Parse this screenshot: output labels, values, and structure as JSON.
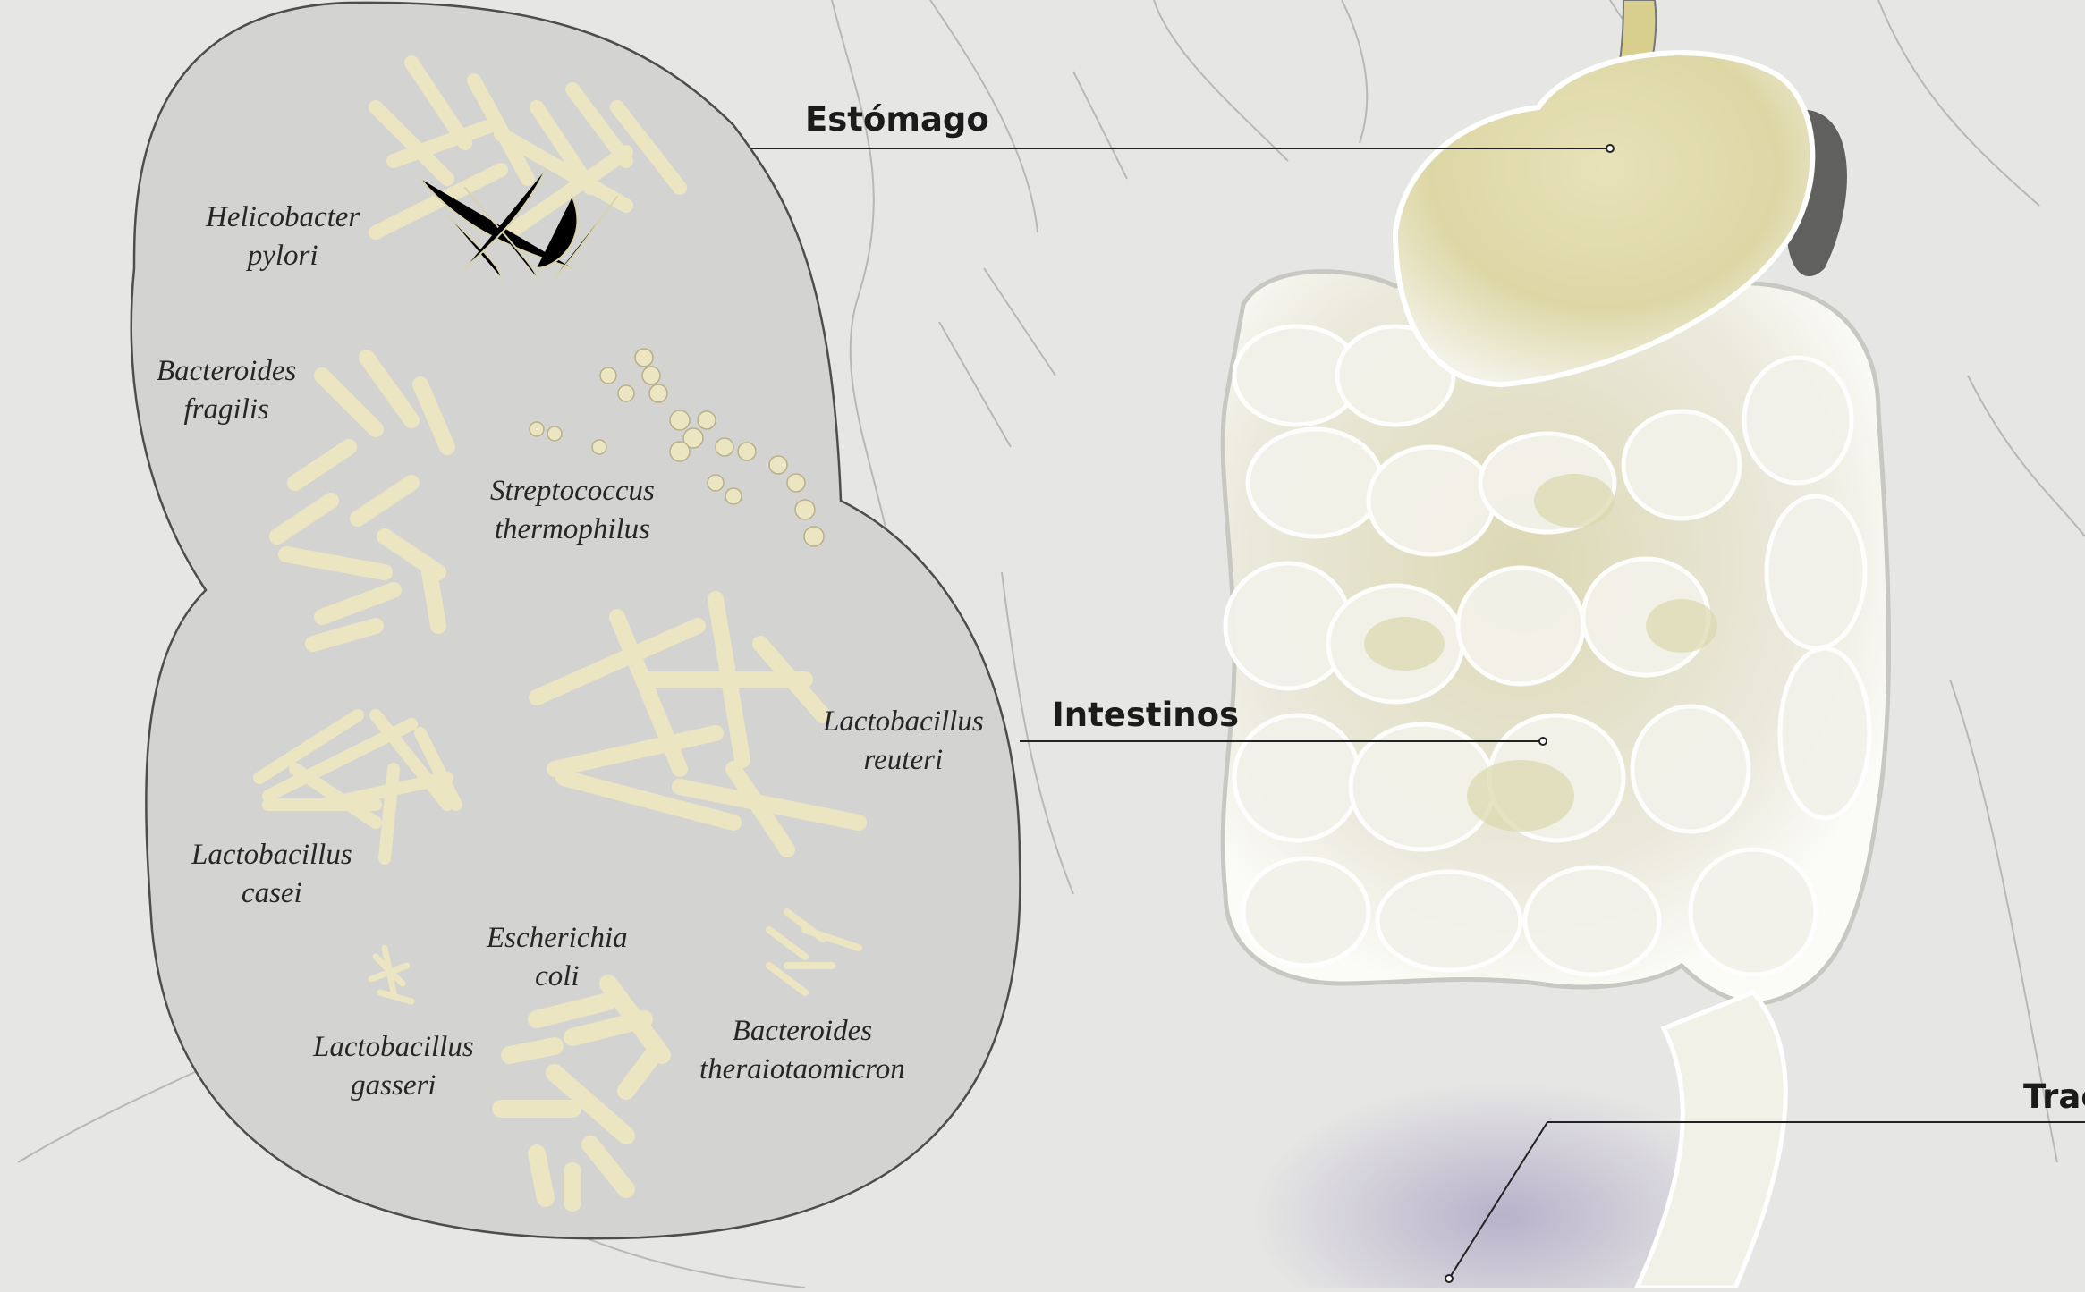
{
  "organs": [
    {
      "id": "stomach",
      "label": "Estómago"
    },
    {
      "id": "intestines",
      "label": "Intestinos"
    },
    {
      "id": "tract",
      "label": "Trac"
    }
  ],
  "species": [
    {
      "line1": "Helicobacter",
      "line2": "pylori"
    },
    {
      "line1": "Bacteroides",
      "line2": "fragilis"
    },
    {
      "line1": "Streptococcus",
      "line2": "thermophilus"
    },
    {
      "line1": "Lactobacillus",
      "line2": "reuteri"
    },
    {
      "line1": "Lactobacillus",
      "line2": "casei"
    },
    {
      "line1": "Escherichia",
      "line2": "coli"
    },
    {
      "line1": "Lactobacillus",
      "line2": "gasseri"
    },
    {
      "line1": "Bacteroides",
      "line2": "theraiotaomicron"
    }
  ],
  "colors": {
    "background": "#e6e6e4",
    "panel": "#d3d3d1",
    "bacteria": "#ece5c2",
    "organ_fill": "#f1f0e6",
    "organ_tint": "#ddd8a8",
    "purple_tint": "#b3acc8"
  }
}
